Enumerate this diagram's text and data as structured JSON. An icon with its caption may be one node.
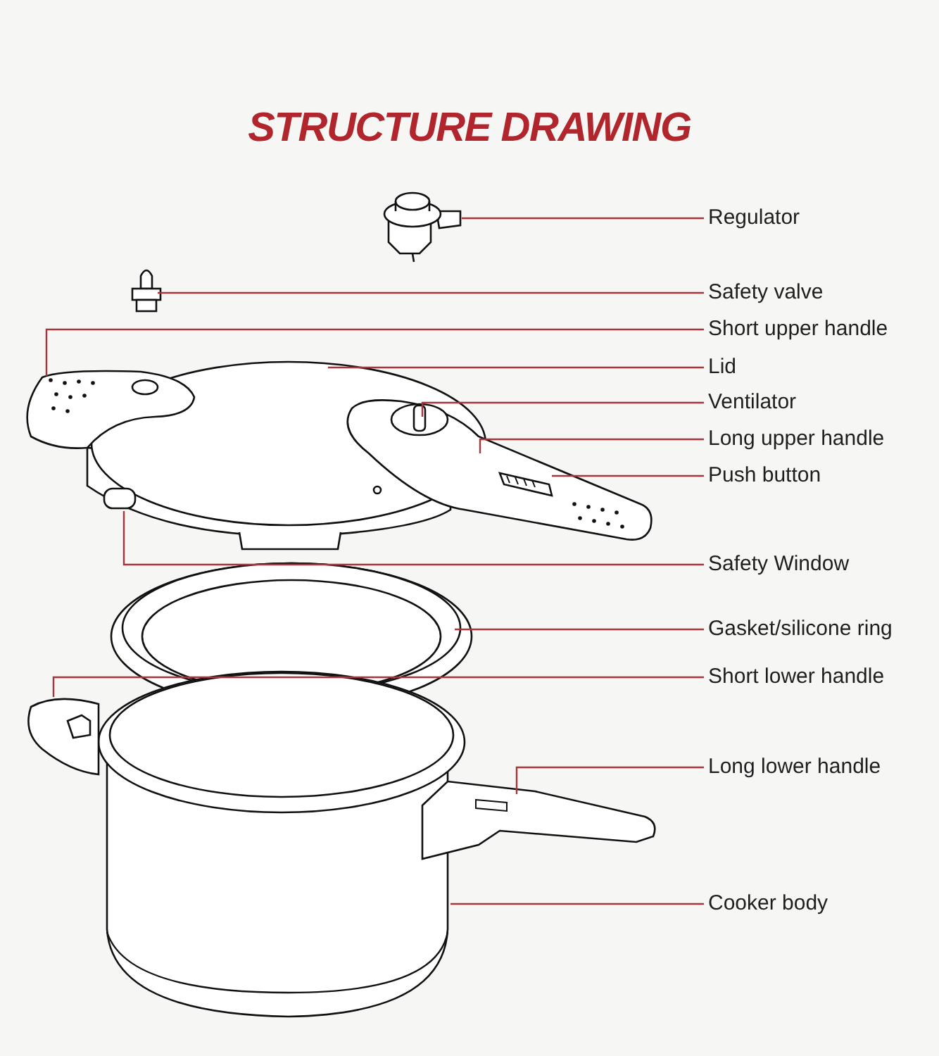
{
  "diagram": {
    "title": "STRUCTURE DRAWING",
    "nodes": [
      {
        "text": [
          "Regulator"
        ]
      },
      {
        "text": [
          "Safety valve"
        ]
      },
      {
        "text": [
          "Short upper handle"
        ]
      },
      {
        "text": [
          "Lid"
        ]
      },
      {
        "text": [
          "Ventilator"
        ]
      },
      {
        "text": [
          "Long upper handle"
        ]
      },
      {
        "text": [
          "Push button"
        ]
      },
      {
        "text": [
          "Safety Window"
        ]
      },
      {
        "text": [
          "Gasket/silicone ring"
        ]
      },
      {
        "text": [
          "Short lower handle"
        ]
      },
      {
        "text": [
          "Long lower handle"
        ]
      },
      {
        "text": [
          "Cooker body"
        ]
      }
    ],
    "edges": [
      {
        "from": 0,
        "to": null,
        "arrow": "none"
      },
      {
        "from": 1,
        "to": null,
        "arrow": "none"
      },
      {
        "from": 2,
        "to": null,
        "arrow": "none"
      },
      {
        "from": 3,
        "to": null,
        "arrow": "none"
      },
      {
        "from": 4,
        "to": null,
        "arrow": "none"
      },
      {
        "from": 5,
        "to": null,
        "arrow": "none"
      },
      {
        "from": 6,
        "to": null,
        "arrow": "none"
      },
      {
        "from": 7,
        "to": null,
        "arrow": "none"
      },
      {
        "from": 8,
        "to": null,
        "arrow": "none"
      },
      {
        "from": 9,
        "to": null,
        "arrow": "none"
      },
      {
        "from": 10,
        "to": null,
        "arrow": "none"
      },
      {
        "from": 11,
        "to": null,
        "arrow": "none"
      }
    ]
  }
}
